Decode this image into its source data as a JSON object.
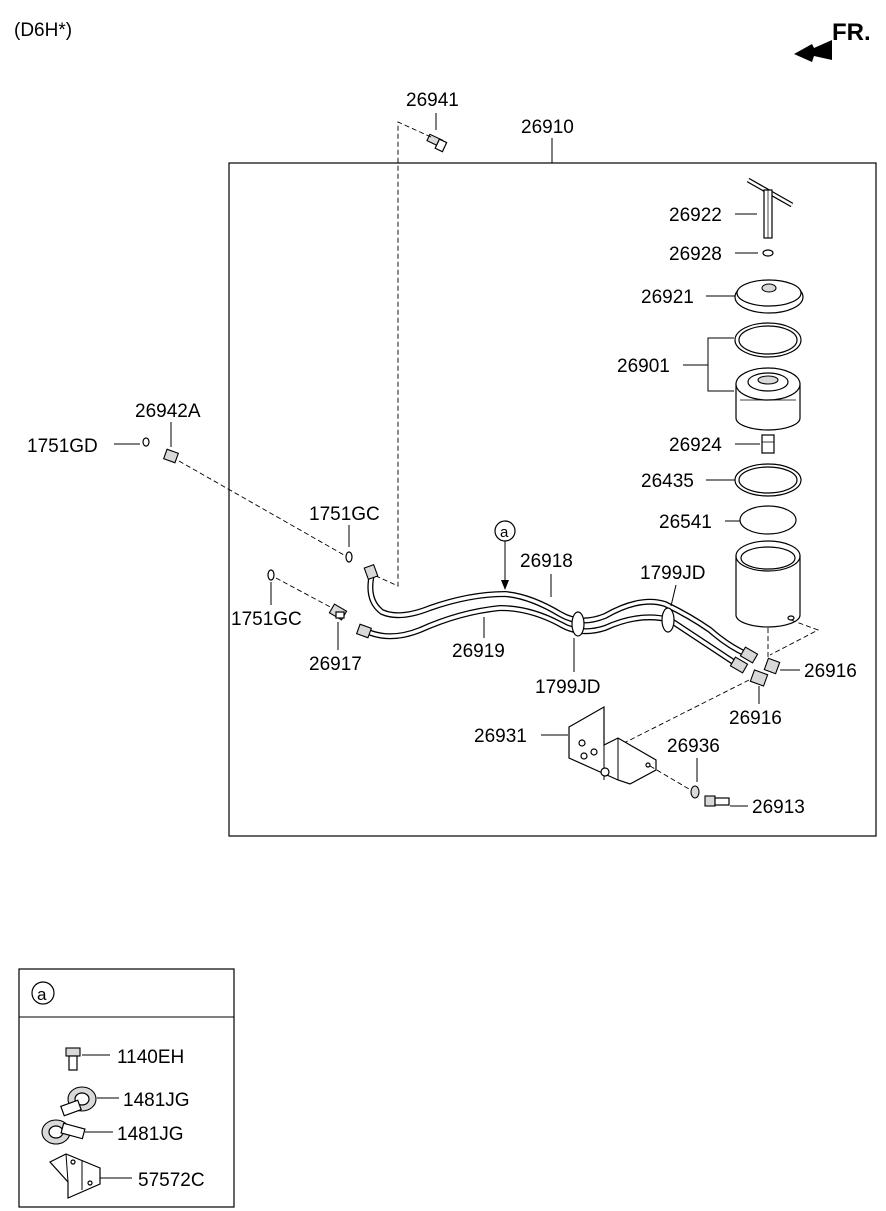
{
  "header": {
    "variant": "(D6H*)",
    "direction": "FR."
  },
  "callout_marker": "a",
  "labels": {
    "p26941": "26941",
    "p26910": "26910",
    "p26922": "26922",
    "p26928": "26928",
    "p26921": "26921",
    "p26901": "26901",
    "p26942A": "26942A",
    "p1751GD": "1751GD",
    "p26924": "26924",
    "p26435": "26435",
    "p26541": "26541",
    "p1751GC_top": "1751GC",
    "p26918": "26918",
    "p1799JD_top": "1799JD",
    "p1751GC_left": "1751GC",
    "p26919": "26919",
    "p26916_right": "26916",
    "p26917": "26917",
    "p1799JD_bottom": "1799JD",
    "p26916_bottom": "26916",
    "p26931": "26931",
    "p26936": "26936",
    "p26913": "26913"
  },
  "inset": {
    "marker": "a",
    "items": [
      "1140EH",
      "1481JG",
      "1481JG",
      "57572C"
    ]
  }
}
